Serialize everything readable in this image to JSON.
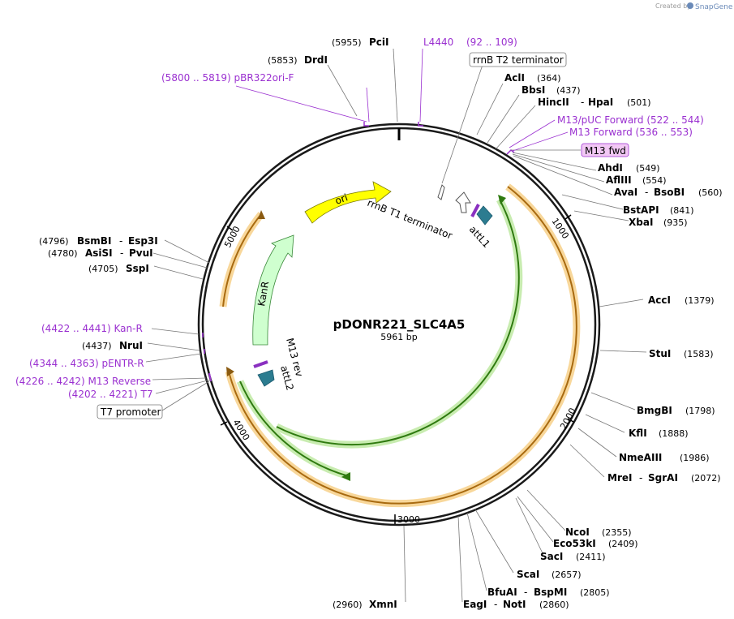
{
  "plasmid": {
    "name": "pDONR221_SLC4A5",
    "length": "5961 bp"
  },
  "credit": {
    "created_by": "Created by",
    "brand": "SnapGene"
  },
  "ticks": [
    "1000",
    "2000",
    "3000",
    "4000",
    "5000"
  ],
  "features": {
    "ori": "ori",
    "kanr": "KanR",
    "attl1": "attL1",
    "attl2": "attL2",
    "rrnb_t1": "rrnB T1 terminator",
    "m13_rev_inner": "M13 rev"
  },
  "labels": {
    "pcii": {
      "num": "(5955)",
      "name": "PciI"
    },
    "drdi": {
      "num": "(5853)",
      "name": "DrdI"
    },
    "pbr322": {
      "text": "(5800 .. 5819)  pBR322ori-F"
    },
    "l4440": {
      "name": "L4440",
      "range": "(92 .. 109)"
    },
    "rrnb_t2": {
      "text": "rrnB T2 terminator"
    },
    "acli": {
      "name": "AclI",
      "num": "(364)"
    },
    "bbsi": {
      "name": "BbsI",
      "num": "(437)"
    },
    "hincii": {
      "name1": "HincII",
      "sep": "-",
      "name2": "HpaI",
      "num": "(501)"
    },
    "m13puc": {
      "text": "M13/pUC Forward   (522 .. 544)"
    },
    "m13fwd_primer": {
      "text": "M13 Forward   (536 .. 553)"
    },
    "m13fwd_box": {
      "text": "M13 fwd"
    },
    "ahdi": {
      "name": "AhdI",
      "num": "(549)"
    },
    "aflii": {
      "name": "AflIII",
      "num": "(554)"
    },
    "avai": {
      "name1": "AvaI",
      "sep": "-",
      "name2": "BsoBI",
      "num": "(560)"
    },
    "bstapi": {
      "name": "BstAPI",
      "num": "(841)"
    },
    "xbai": {
      "name": "XbaI",
      "num": "(935)"
    },
    "acci": {
      "name": "AccI",
      "num": "(1379)"
    },
    "stui": {
      "name": "StuI",
      "num": "(1583)"
    },
    "bmgbi": {
      "name": "BmgBI",
      "num": "(1798)"
    },
    "kfli": {
      "name": "KflI",
      "num": "(1888)"
    },
    "nmeaiii": {
      "name": "NmeAIII",
      "num": "(1986)"
    },
    "mrei": {
      "name1": "MreI",
      "sep": "-",
      "name2": "SgrAI",
      "num": "(2072)"
    },
    "ncoi": {
      "name": "NcoI",
      "num": "(2355)"
    },
    "eco53ki": {
      "name": "Eco53kI",
      "num": "(2409)"
    },
    "saci": {
      "name": "SacI",
      "num": "(2411)"
    },
    "scai": {
      "name": "ScaI",
      "num": "(2657)"
    },
    "bfuai": {
      "name1": "BfuAI",
      "sep": "-",
      "name2": "BspMI",
      "num": "(2805)"
    },
    "eagi": {
      "name1": "EagI",
      "sep": "-",
      "name2": "NotI",
      "num": "(2860)"
    },
    "xmni": {
      "num": "(2960)",
      "name": "XmnI"
    },
    "bsmbi": {
      "num": "(4796)",
      "name1": "BsmBI",
      "sep": "-",
      "name2": "Esp3I"
    },
    "asisi": {
      "num": "(4780)",
      "name1": "AsiSI",
      "sep": "-",
      "name2": "PvuI"
    },
    "sspi": {
      "num": "(4705)",
      "name": "SspI"
    },
    "kanr_primer": {
      "text": "(4422 .. 4441)  Kan-R"
    },
    "nrui": {
      "num": "(4437)",
      "name": "NruI"
    },
    "pentr": {
      "text": "(4344 .. 4363)  pENTR-R"
    },
    "m13rev_primer": {
      "text": "(4226 .. 4242)  M13 Reverse"
    },
    "t7_primer": {
      "text": "(4202 .. 4221)  T7"
    },
    "t7_promoter": {
      "text": "T7 promoter"
    }
  }
}
